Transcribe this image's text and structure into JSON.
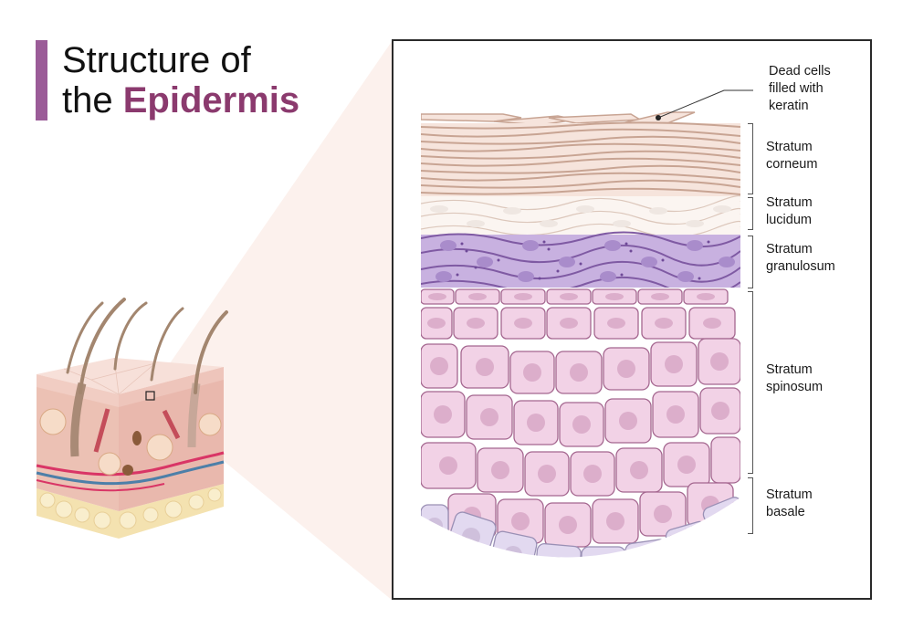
{
  "title": {
    "line1": "Structure of",
    "line2_prefix": "the ",
    "line2_highlight": "Epidermis"
  },
  "colors": {
    "accent_bar": "#9b5c98",
    "title_highlight": "#8b3a6e",
    "stratum_corneum": "#f6e4dc",
    "stratum_corneum_lines": "#c8a493",
    "stratum_lucidum": "#fbf5f1",
    "stratum_granulosum": "#c8b1e0",
    "stratum_granulosum_lines": "#7f5aa3",
    "stratum_spinosum": "#f2d2e6",
    "stratum_spinosum_lines": "#a4668f",
    "stratum_basale": "#e2d9f0",
    "stratum_basale_lines": "#9a90b5",
    "zoom_cone": "#fbeeea"
  },
  "annotations": {
    "keratin": "Dead cells filled with keratin",
    "keratin_lines": [
      "Dead cells",
      "filled with",
      "keratin"
    ]
  },
  "layers": [
    {
      "name": "Stratum corneum",
      "lines": [
        "Stratum",
        "corneum"
      ]
    },
    {
      "name": "Stratum lucidum",
      "lines": [
        "Stratum",
        "lucidum"
      ]
    },
    {
      "name": "Stratum granulosum",
      "lines": [
        "Stratum",
        "granulosum"
      ]
    },
    {
      "name": "Stratum spinosum",
      "lines": [
        "Stratum",
        "spinosum"
      ]
    },
    {
      "name": "Stratum basale",
      "lines": [
        "Stratum",
        "basale"
      ]
    }
  ],
  "skin_block": {
    "label": "skin cross-section illustration with hair follicles, glands, vessels and fat layer"
  }
}
